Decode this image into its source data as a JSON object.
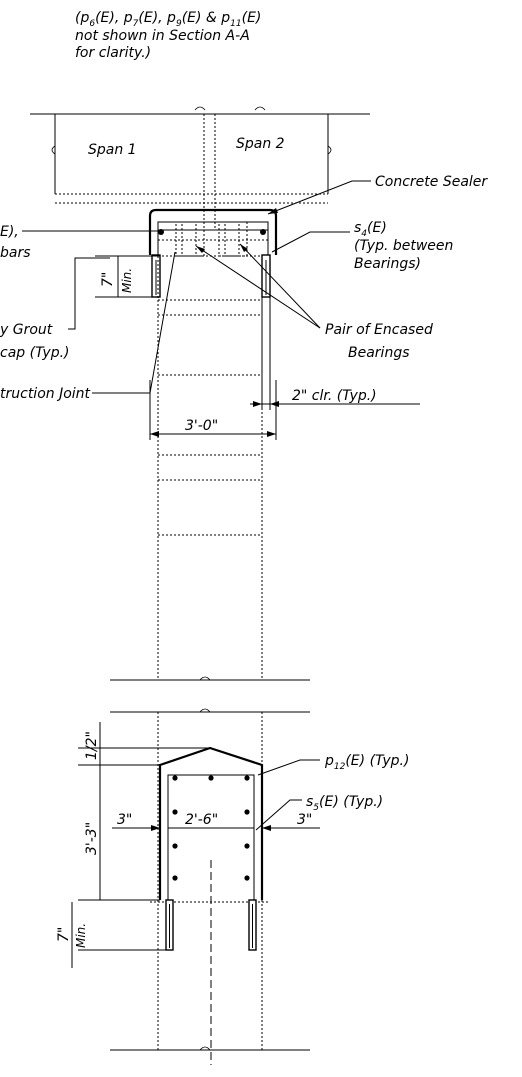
{
  "note": {
    "line1": "(p6(E), p7(E), p9(E) & p11(E)",
    "line2": "not shown in Section A-A",
    "line3": "for clarity.)"
  },
  "spans": {
    "span1": "Span 1",
    "span2": "Span 2"
  },
  "labels": {
    "concrete_sealer": "Concrete Sealer",
    "s4_line1": "s4(E)",
    "s4_line2": "(Typ. between",
    "s4_line3": "Bearings)",
    "left_bars_line1": "E),",
    "left_bars_line2": "bars",
    "grout_line1": "y Grout",
    "grout_line2": "cap (Typ.)",
    "encased_line1": "Pair of Encased",
    "encased_line2": "Bearings",
    "construction_joint": "truction Joint",
    "clearance": "2\" clr. (Typ.)",
    "p12": "p12(E) (Typ.)",
    "s5": "s5(E) (Typ.)"
  },
  "dimensions": {
    "top_embed": "7\"",
    "top_embed_min": "Min.",
    "width_top": "3'-0\"",
    "half_inch": "1/2\"",
    "height": "3'-3\"",
    "cover_left": "3\"",
    "inner_width": "2'-6\"",
    "cover_right": "3\"",
    "bottom_embed": "7\"",
    "bottom_embed_min": "Min."
  }
}
